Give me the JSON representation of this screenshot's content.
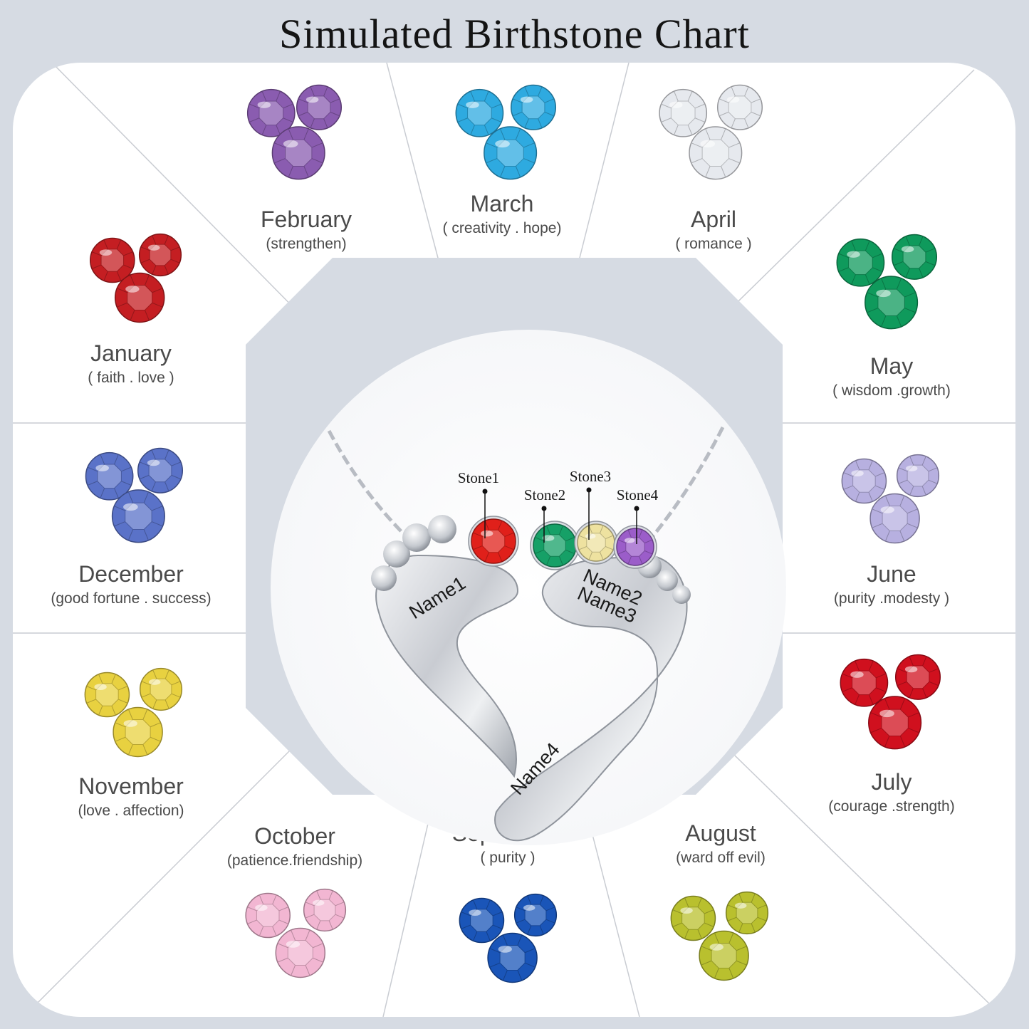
{
  "title": "Simulated Birthstone Chart",
  "months": [
    {
      "key": "january",
      "name": "January",
      "meaning": "( faith . love )",
      "color": "#c41e22"
    },
    {
      "key": "february",
      "name": "February",
      "meaning": "(strengthen)",
      "color": "#8a5cb0"
    },
    {
      "key": "march",
      "name": "March",
      "meaning": "( creativity . hope)",
      "color": "#2eaae0"
    },
    {
      "key": "april",
      "name": "April",
      "meaning": "( romance )",
      "color": "#e6e9ee"
    },
    {
      "key": "may",
      "name": "May",
      "meaning": "( wisdom .growth)",
      "color": "#0f9a5c"
    },
    {
      "key": "june",
      "name": "June",
      "meaning": "(purity .modesty )",
      "color": "#b7b0e0"
    },
    {
      "key": "july",
      "name": "July",
      "meaning": "(courage .strength)",
      "color": "#d0101e"
    },
    {
      "key": "august",
      "name": "August",
      "meaning": "(ward off evil)",
      "color": "#b9c02e"
    },
    {
      "key": "september",
      "name": "September",
      "meaning": "( purity )",
      "color": "#1a55b8"
    },
    {
      "key": "october",
      "name": "October",
      "meaning": "(patience.friendship)",
      "color": "#f2b6d2"
    },
    {
      "key": "november",
      "name": "November",
      "meaning": "(love . affection)",
      "color": "#e8d140"
    },
    {
      "key": "december",
      "name": "December",
      "meaning": "(good fortune . success)",
      "color": "#5a72c8"
    }
  ],
  "pendant": {
    "stones": [
      {
        "label": "Stone1",
        "color": "#e0201a"
      },
      {
        "label": "Stone2",
        "color": "#16a067"
      },
      {
        "label": "Stone3",
        "color": "#eee2a0"
      },
      {
        "label": "Stone4",
        "color": "#9b5dc9"
      }
    ],
    "names": [
      "Name1",
      "Name2",
      "Name3",
      "Name4"
    ]
  }
}
